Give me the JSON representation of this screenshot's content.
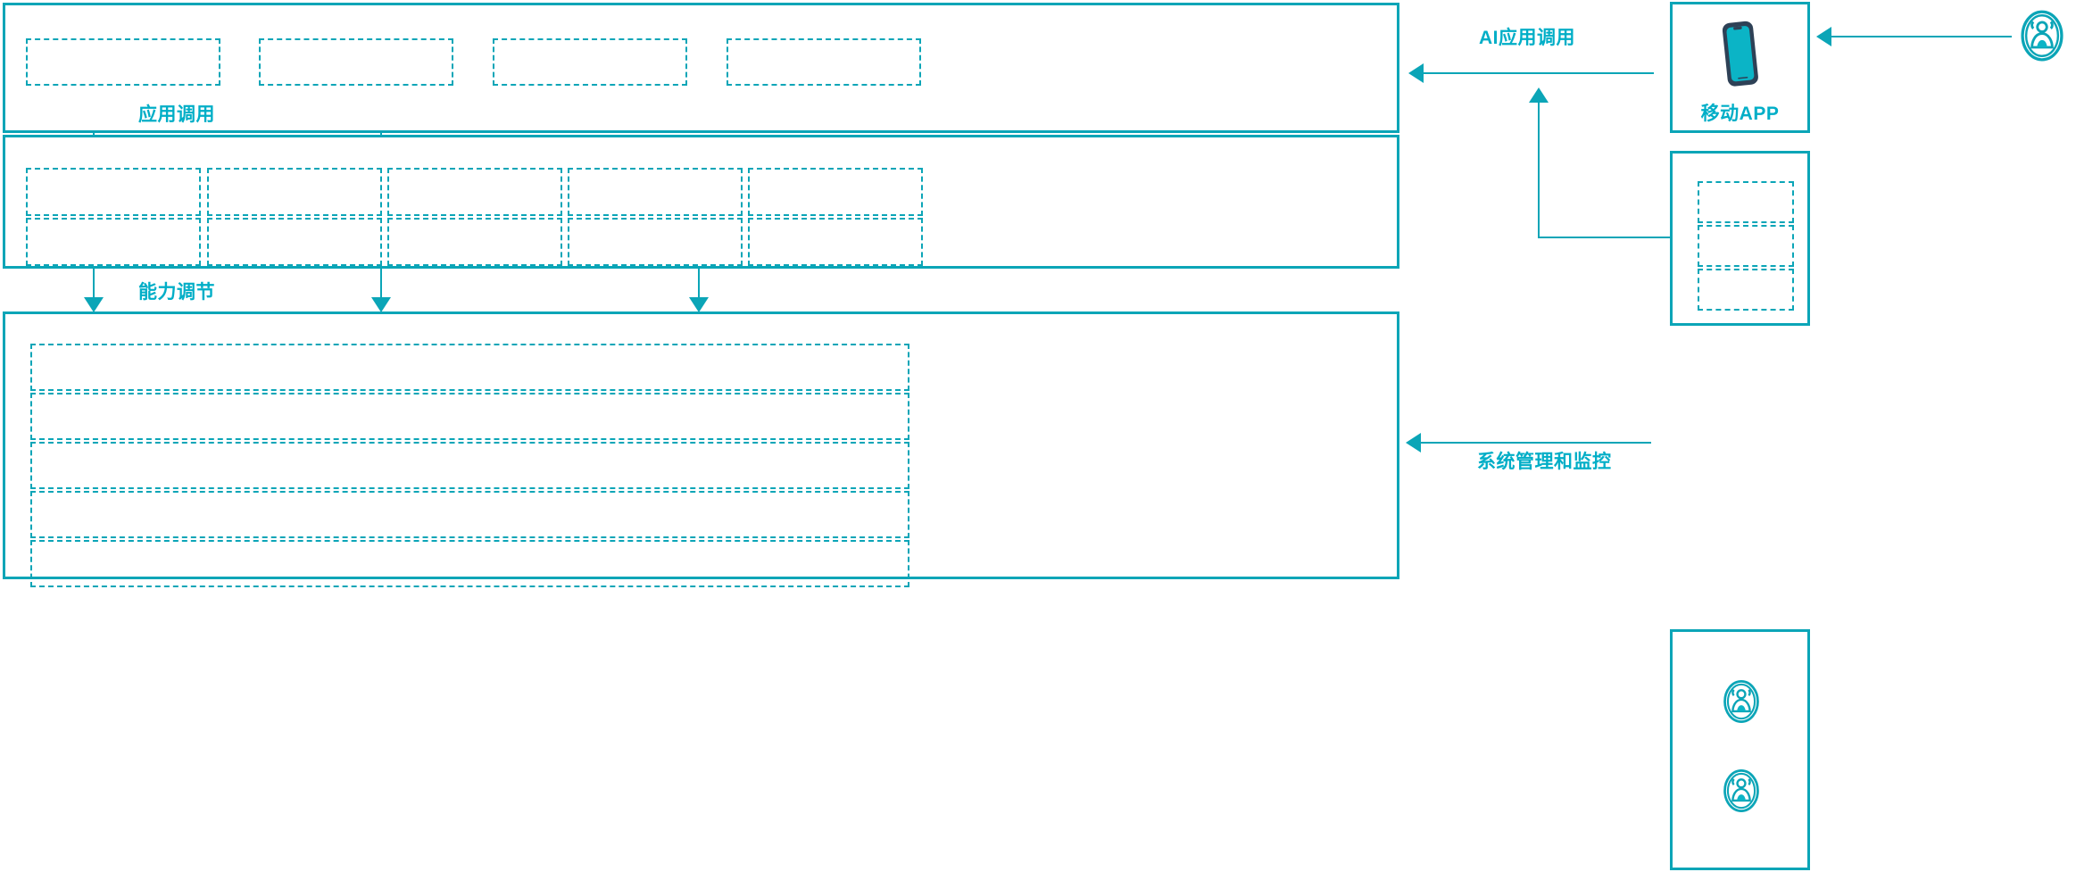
{
  "theme": {
    "accent": "#0BA5B7",
    "label_color": "#00AEC7",
    "phone_body": "#2E4156",
    "phone_screen": "#0BB4C6",
    "background": "#FFFFFF"
  },
  "diagram": {
    "type": "architecture-layered-diagram",
    "orientation": "left-stack-with-right-actors",
    "layers": [
      {
        "id": "application-layer",
        "position": "top-left",
        "slots": 4,
        "slot_labels": [
          "",
          "",
          "",
          ""
        ],
        "slot_style": "dashed-placeholder"
      },
      {
        "id": "capability-layer",
        "position": "middle-left",
        "columns": 5,
        "rows": 2,
        "slots": 10,
        "slot_labels": [
          "",
          "",
          "",
          "",
          "",
          "",
          "",
          "",
          "",
          ""
        ],
        "slot_style": "dashed-placeholder"
      },
      {
        "id": "platform-layer",
        "position": "bottom-left",
        "rows": 5,
        "slot_labels": [
          "",
          "",
          "",
          "",
          ""
        ],
        "slot_style": "dashed-placeholder"
      }
    ]
  },
  "connectors": [
    {
      "id": "app-invoke",
      "label": "应用调用",
      "direction": "down",
      "count": 2
    },
    {
      "id": "capability-adjust",
      "label": "能力调节",
      "direction": "down",
      "count": 3
    },
    {
      "id": "ai-app-invoke",
      "label": "AI应用调用",
      "direction": "left",
      "count": 1
    },
    {
      "id": "sys-manage-monitor",
      "label": "系统管理和监控",
      "direction": "left",
      "count": 1
    }
  ],
  "right_panels": [
    {
      "id": "mobile-app-panel",
      "caption": "移动APP",
      "icon": "mobile-phone-icon",
      "slots": 0
    },
    {
      "id": "channel-panel",
      "caption": "",
      "icon": null,
      "slots": 3,
      "slot_labels": [
        "",
        "",
        ""
      ]
    },
    {
      "id": "admin-panel",
      "caption": "",
      "icon": "user-group-icon",
      "icon_count": 2,
      "slots": 0
    }
  ],
  "actors": [
    {
      "id": "external-user",
      "icon": "user-group-icon",
      "position": "top-right-outside"
    }
  ]
}
